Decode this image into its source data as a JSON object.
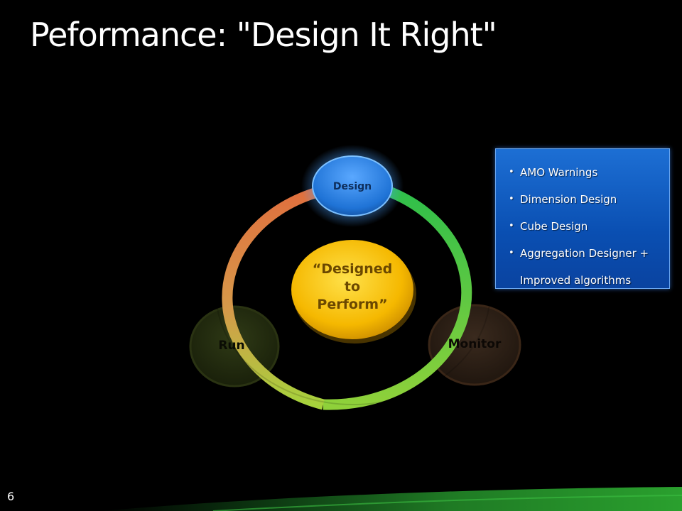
{
  "slide": {
    "title": "Peformance: \"Design It Right\"",
    "slide_number": "6"
  },
  "diagram": {
    "center_label_lines": [
      "“Designed",
      "to",
      "Perform”"
    ],
    "nodes": {
      "design": "Design",
      "run": "Run",
      "monitor": "Monitor"
    }
  },
  "panel": {
    "items": [
      " AMO Warnings",
      "Dimension Design",
      "Cube Design",
      "Aggregation Designer +",
      "Improved algorithms"
    ],
    "bullet": "•"
  },
  "colors": {
    "background": "#000000",
    "panel_blue": "#0a4fb2",
    "center_gold": "#f5b800",
    "design_blue": "#2f86e8",
    "ring_green": "#9ad23c",
    "ring_orange": "#e07a3c"
  }
}
